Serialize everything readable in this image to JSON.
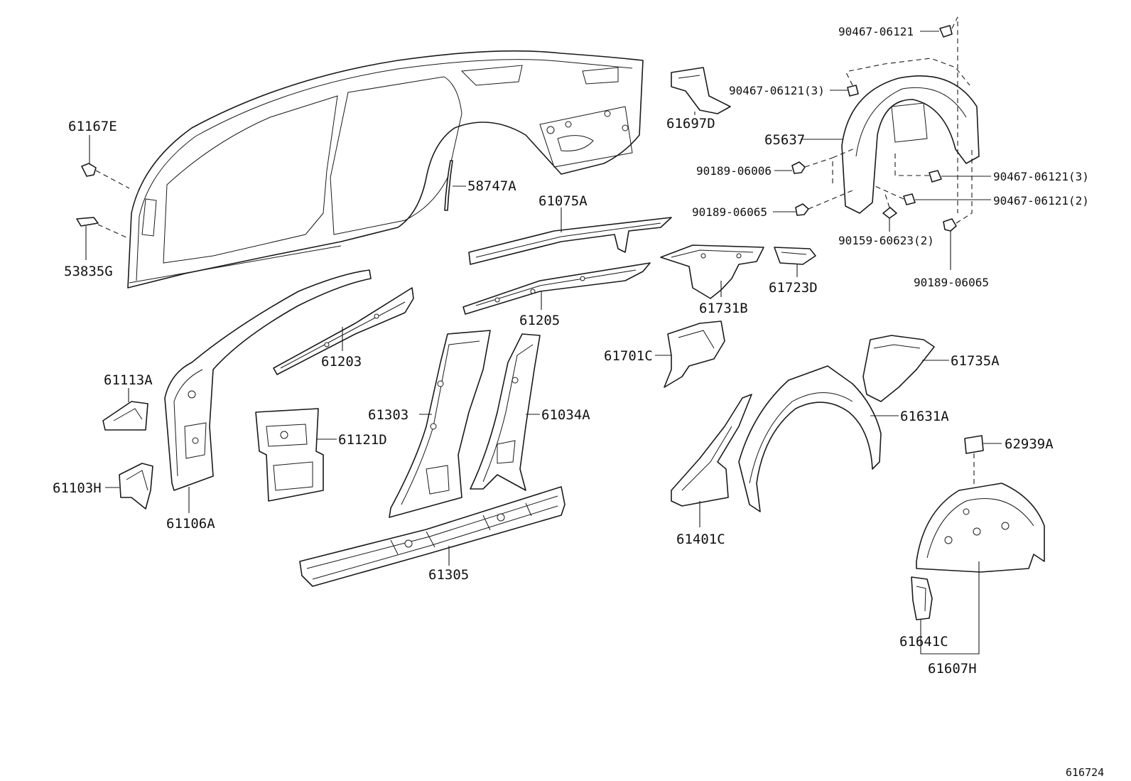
{
  "diagram_id": "616724",
  "labels": {
    "p61167E": "61167E",
    "p53835G": "53835G",
    "p58747A": "58747A",
    "p61697D": "61697D",
    "p61075A": "61075A",
    "p61205": "61205",
    "p61203": "61203",
    "p61113A": "61113A",
    "p61103H": "61103H",
    "p61106A": "61106A",
    "p61121D": "61121D",
    "p61303": "61303",
    "p61034A": "61034A",
    "p61305": "61305",
    "p61731B": "61731B",
    "p61723D": "61723D",
    "p61701C": "61701C",
    "p61735A": "61735A",
    "p61631A": "61631A",
    "p61401C": "61401C",
    "p62939A": "62939A",
    "p61641C": "61641C",
    "p61607H": "61607H",
    "p65637": "65637",
    "f90467_06121_top": "90467-06121",
    "f90467_06121_3a": "90467-06121(3)",
    "f90467_06121_3b": "90467-06121(3)",
    "f90467_06121_2": "90467-06121(2)",
    "f90189_06006": "90189-06006",
    "f90189_06065_a": "90189-06065",
    "f90189_06065_b": "90189-06065",
    "f90159_60623_2": "90159-60623(2)"
  }
}
